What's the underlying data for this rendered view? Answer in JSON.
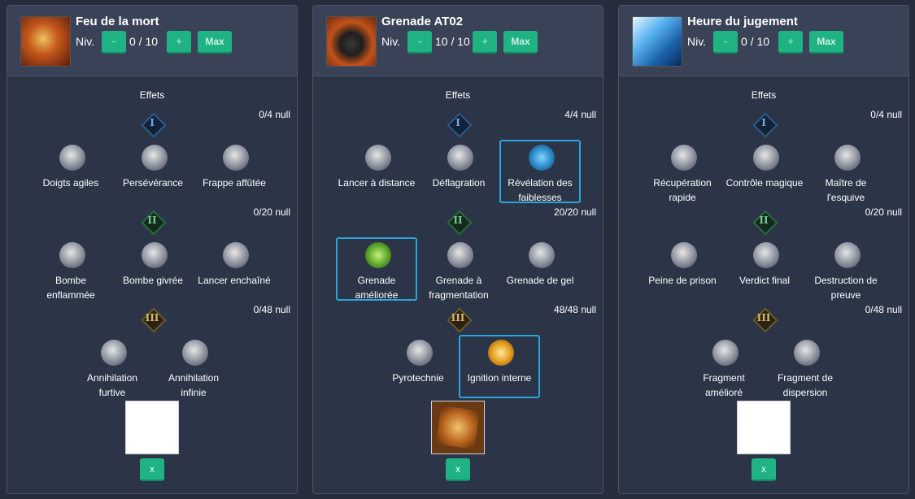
{
  "labels": {
    "niv": "Niv.",
    "minus": "-",
    "plus": "+",
    "max": "Max",
    "effets": "Effets",
    "x": "x"
  },
  "panels": [
    {
      "title": "Feu de la mort",
      "level": "0 / 10",
      "tiers": [
        {
          "numeral": "I",
          "count": "0/4 null",
          "options": [
            {
              "label": "Doigts agiles",
              "icon": "fingers-icon"
            },
            {
              "label": "Persévérance",
              "icon": "perseverance-icon"
            },
            {
              "label": "Frappe affûtée",
              "icon": "claw-icon"
            }
          ]
        },
        {
          "numeral": "II",
          "count": "0/20 null",
          "options": [
            {
              "label": "Bombe enflammée",
              "icon": "flame-bomb-icon"
            },
            {
              "label": "Bombe givrée",
              "icon": "snowflake-icon"
            },
            {
              "label": "Lancer enchaîné",
              "icon": "chain-throw-icon"
            }
          ]
        },
        {
          "numeral": "III",
          "count": "0/48 null",
          "options": [
            {
              "label": "Annihilation furtive",
              "icon": "runner-icon"
            },
            {
              "label": "Annihilation infinie",
              "icon": "down-arrow-icon"
            }
          ]
        }
      ],
      "slot_filled": false
    },
    {
      "title": "Grenade AT02",
      "level": "10 / 10",
      "tiers": [
        {
          "numeral": "I",
          "count": "4/4 null",
          "options": [
            {
              "label": "Lancer à distance",
              "icon": "long-throw-icon"
            },
            {
              "label": "Déflagration",
              "icon": "blast-icon"
            },
            {
              "label": "Révélation des faiblesses",
              "icon": "weakness-claw-icon",
              "selected": true
            }
          ]
        },
        {
          "numeral": "II",
          "count": "20/20 null",
          "options": [
            {
              "label": "Grenade améliorée",
              "icon": "improved-grenade-icon",
              "selected": true
            },
            {
              "label": "Grenade à fragmentation",
              "icon": "fragmentation-icon"
            },
            {
              "label": "Grenade de gel",
              "icon": "frost-grenade-icon"
            }
          ]
        },
        {
          "numeral": "III",
          "count": "48/48 null",
          "options": [
            {
              "label": "Pyrotechnie",
              "icon": "pyrotechnics-icon"
            },
            {
              "label": "Ignition interne",
              "icon": "ignition-icon",
              "selected": true
            }
          ]
        }
      ],
      "slot_filled": true,
      "slot_icon": "rune-icon"
    },
    {
      "title": "Heure du jugement",
      "level": "0 / 10",
      "tiers": [
        {
          "numeral": "I",
          "count": "0/4 null",
          "options": [
            {
              "label": "Récupération rapide",
              "icon": "hourglass-icon"
            },
            {
              "label": "Contrôle magique",
              "icon": "magic-icon"
            },
            {
              "label": "Maître de l'esquive",
              "icon": "dodge-icon"
            }
          ]
        },
        {
          "numeral": "II",
          "count": "0/20 null",
          "options": [
            {
              "label": "Peine de prison",
              "icon": "prison-icon"
            },
            {
              "label": "Verdict final",
              "icon": "pistol-icon"
            },
            {
              "label": "Destruction de preuve",
              "icon": "destruction-icon"
            }
          ]
        },
        {
          "numeral": "III",
          "count": "0/48 null",
          "options": [
            {
              "label": "Fragment amélioré",
              "icon": "fragment-icon"
            },
            {
              "label": "Fragment de dispersion",
              "icon": "dispersion-icon"
            }
          ]
        }
      ],
      "slot_filled": false
    }
  ]
}
